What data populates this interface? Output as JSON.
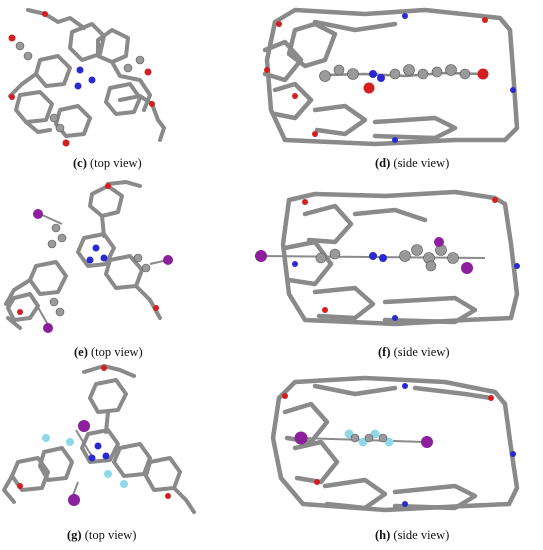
{
  "panels": {
    "c": {
      "letter": "(c)",
      "view": " (top view)"
    },
    "d": {
      "letter": "(d)",
      "view": " (side view)"
    },
    "e": {
      "letter": "(e)",
      "view": " (top view)"
    },
    "f": {
      "letter": "(f)",
      "view": " (side view)"
    },
    "g": {
      "letter": "(g)",
      "view": " (top view)"
    },
    "h": {
      "letter": "(h)",
      "view": " (side view)"
    }
  },
  "colors": {
    "carbon": "#8a8a8a",
    "oxygen": "#d41f1f",
    "nitrogen": "#2a2ad0",
    "iodine": "#8c1f9c",
    "fluorine": "#8fd8e8"
  }
}
